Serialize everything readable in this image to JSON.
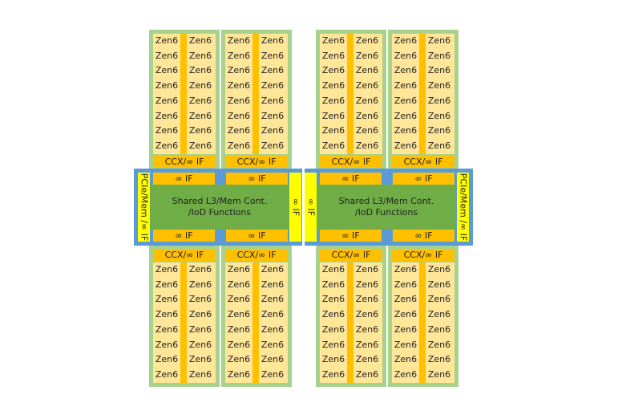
{
  "colors": {
    "ccd_border": "#A9D18E",
    "core_bg": "#FFE699",
    "if_orange": "#FFC000",
    "iod_blue": "#5B9BD5",
    "iod_green": "#70AD47",
    "if_yellow": "#FFFF00"
  },
  "ccds": [
    {
      "position": "top",
      "ccx_label": "CCX/∞ IF",
      "cores": [
        "Zen6",
        "Zen6",
        "Zen6",
        "Zen6",
        "Zen6",
        "Zen6",
        "Zen6",
        "Zen6",
        "Zen6",
        "Zen6",
        "Zen6",
        "Zen6",
        "Zen6",
        "Zen6",
        "Zen6",
        "Zen6"
      ]
    },
    {
      "position": "top",
      "ccx_label": "CCX/∞ IF",
      "cores": [
        "Zen6",
        "Zen6",
        "Zen6",
        "Zen6",
        "Zen6",
        "Zen6",
        "Zen6",
        "Zen6",
        "Zen6",
        "Zen6",
        "Zen6",
        "Zen6",
        "Zen6",
        "Zen6",
        "Zen6",
        "Zen6"
      ]
    },
    {
      "position": "top",
      "ccx_label": "CCX/∞ IF",
      "cores": [
        "Zen6",
        "Zen6",
        "Zen6",
        "Zen6",
        "Zen6",
        "Zen6",
        "Zen6",
        "Zen6",
        "Zen6",
        "Zen6",
        "Zen6",
        "Zen6",
        "Zen6",
        "Zen6",
        "Zen6",
        "Zen6"
      ]
    },
    {
      "position": "top",
      "ccx_label": "CCX/∞ IF",
      "cores": [
        "Zen6",
        "Zen6",
        "Zen6",
        "Zen6",
        "Zen6",
        "Zen6",
        "Zen6",
        "Zen6",
        "Zen6",
        "Zen6",
        "Zen6",
        "Zen6",
        "Zen6",
        "Zen6",
        "Zen6",
        "Zen6"
      ]
    },
    {
      "position": "bottom",
      "ccx_label": "CCX/∞ IF",
      "cores": [
        "Zen6",
        "Zen6",
        "Zen6",
        "Zen6",
        "Zen6",
        "Zen6",
        "Zen6",
        "Zen6",
        "Zen6",
        "Zen6",
        "Zen6",
        "Zen6",
        "Zen6",
        "Zen6",
        "Zen6",
        "Zen6"
      ]
    },
    {
      "position": "bottom",
      "ccx_label": "CCX/∞ IF",
      "cores": [
        "Zen6",
        "Zen6",
        "Zen6",
        "Zen6",
        "Zen6",
        "Zen6",
        "Zen6",
        "Zen6",
        "Zen6",
        "Zen6",
        "Zen6",
        "Zen6",
        "Zen6",
        "Zen6",
        "Zen6",
        "Zen6"
      ]
    },
    {
      "position": "bottom",
      "ccx_label": "CCX/∞ IF",
      "cores": [
        "Zen6",
        "Zen6",
        "Zen6",
        "Zen6",
        "Zen6",
        "Zen6",
        "Zen6",
        "Zen6",
        "Zen6",
        "Zen6",
        "Zen6",
        "Zen6",
        "Zen6",
        "Zen6",
        "Zen6",
        "Zen6"
      ]
    },
    {
      "position": "bottom",
      "ccx_label": "CCX/∞ IF",
      "cores": [
        "Zen6",
        "Zen6",
        "Zen6",
        "Zen6",
        "Zen6",
        "Zen6",
        "Zen6",
        "Zen6",
        "Zen6",
        "Zen6",
        "Zen6",
        "Zen6",
        "Zen6",
        "Zen6",
        "Zen6",
        "Zen6"
      ]
    }
  ],
  "iods": [
    {
      "side": "left",
      "center_line1": "Shared L3/Mem Cont.",
      "center_line2": "/IoD Functions",
      "io_label": "PCIe/Mem /∞ IF",
      "link_label": "∞ IF",
      "if_labels": [
        "∞ IF",
        "∞ IF",
        "∞ IF",
        "∞ IF"
      ]
    },
    {
      "side": "right",
      "center_line1": "Shared L3/Mem Cont.",
      "center_line2": "/IoD Functions",
      "io_label": "PCIe/Mem /∞ IF",
      "link_label": "∞ IF",
      "if_labels": [
        "∞ IF",
        "∞ IF",
        "∞ IF",
        "∞ IF"
      ]
    }
  ]
}
